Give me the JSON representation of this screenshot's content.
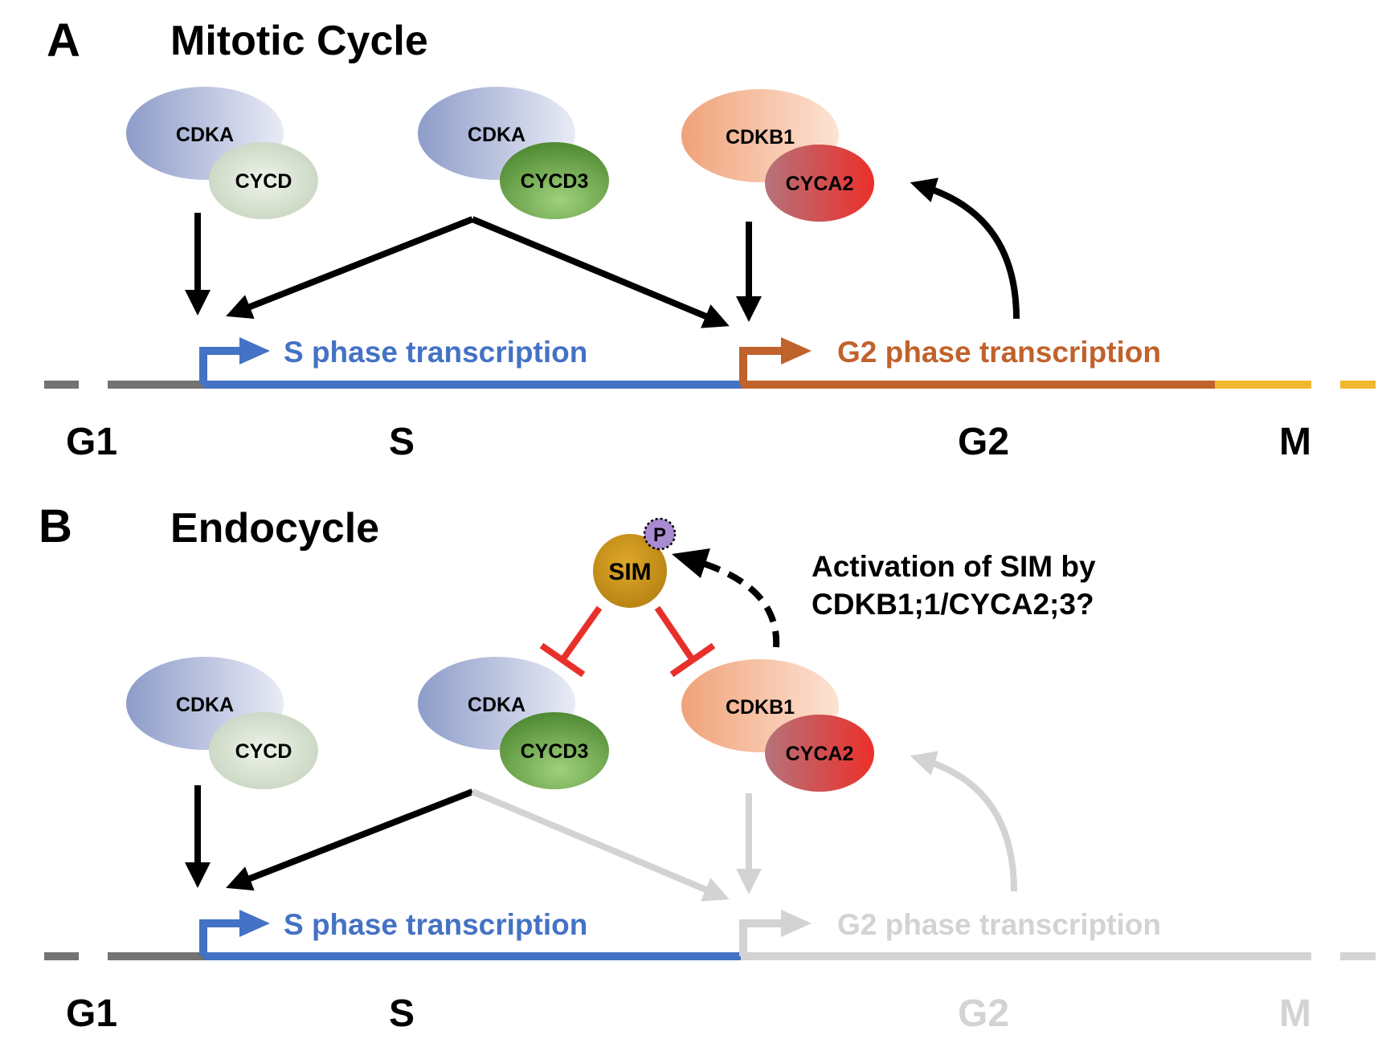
{
  "panels": [
    {
      "letter": "A",
      "title": "Mitotic Cycle",
      "complexes": [
        {
          "cdk": "CDKA",
          "cyclin": "CYCD"
        },
        {
          "cdk": "CDKA",
          "cyclin": "CYCD3"
        },
        {
          "cdk": "CDKB1",
          "cyclin": "CYCA2"
        }
      ],
      "s_transcription": "S phase transcription",
      "g2_transcription": "G2 phase transcription",
      "phases": [
        "G1",
        "S",
        "G2",
        "M"
      ]
    },
    {
      "letter": "B",
      "title": "Endocycle",
      "complexes": [
        {
          "cdk": "CDKA",
          "cyclin": "CYCD"
        },
        {
          "cdk": "CDKA",
          "cyclin": "CYCD3"
        },
        {
          "cdk": "CDKB1",
          "cyclin": "CYCA2"
        }
      ],
      "s_transcription": "S phase transcription",
      "g2_transcription": "G2 phase transcription",
      "phases": [
        "G1",
        "S",
        "G2",
        "M"
      ],
      "inhibitor": "SIM",
      "phospho": "P",
      "note_lines": [
        "Activation of SIM by",
        "CDKB1;1/CYCA2;3?"
      ]
    }
  ],
  "colors": {
    "s_phase": "#4472c4",
    "g2_phase": "#c0622b",
    "m_phase": "#f2b630",
    "g1_line": "#737373",
    "inactive": "#d3d3d3",
    "inhibition": "#e8302a",
    "arrow": "#000000"
  }
}
